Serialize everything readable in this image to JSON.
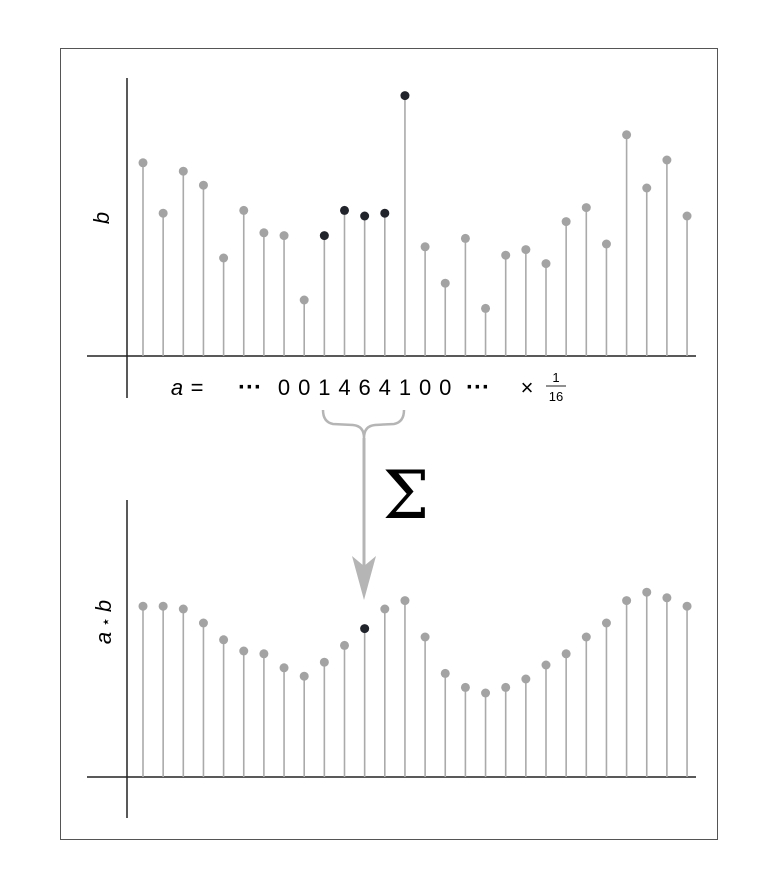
{
  "colors": {
    "stem": "#aaaaaa",
    "point_gray": "#a3a3a3",
    "point_dark": "#22242c",
    "axis": "#222222",
    "arrow": "#b5b5b5",
    "frame": "#555555"
  },
  "top_plot": {
    "ylabel": "b",
    "highlight_indices": [
      9,
      10,
      11,
      12,
      13
    ],
    "values": [
      0.69,
      0.51,
      0.66,
      0.61,
      0.35,
      0.52,
      0.44,
      0.43,
      0.2,
      0.43,
      0.52,
      0.5,
      0.51,
      0.93,
      0.39,
      0.26,
      0.42,
      0.17,
      0.36,
      0.38,
      0.33,
      0.48,
      0.53,
      0.4,
      0.79,
      0.6,
      0.7,
      0.5
    ]
  },
  "kernel": {
    "label_var": "a",
    "equals": "=",
    "left_dots": "···",
    "digits": [
      "0",
      "0",
      "1",
      "4",
      "6",
      "4",
      "1",
      "0",
      "0"
    ],
    "right_dots": "···",
    "times": "×",
    "frac_num": "1",
    "frac_den": "16"
  },
  "operator": {
    "symbol": "Σ",
    "icon": "down-arrow-icon",
    "brace_icon": "curly-brace-icon"
  },
  "bottom_plot": {
    "ylabel_a": "a",
    "ylabel_star": "⋆",
    "ylabel_b": "b",
    "highlight_indices": [
      11
    ],
    "values": [
      0.61,
      0.61,
      0.6,
      0.55,
      0.49,
      0.45,
      0.44,
      0.39,
      0.36,
      0.41,
      0.47,
      0.53,
      0.6,
      0.63,
      0.5,
      0.37,
      0.32,
      0.3,
      0.32,
      0.35,
      0.4,
      0.44,
      0.5,
      0.55,
      0.63,
      0.66,
      0.64,
      0.61
    ]
  }
}
